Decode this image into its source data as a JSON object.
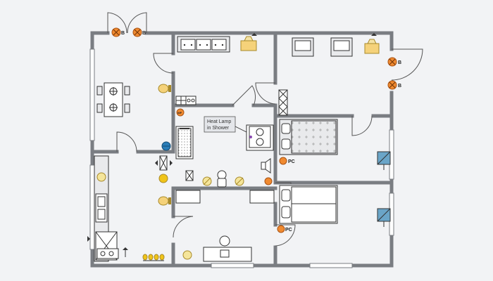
{
  "annotations": {
    "heat_lamp_line1": "Heat Lamp",
    "heat_lamp_line2": "in Shower"
  },
  "fixture_tags": {
    "bulb_tag": "B",
    "photocell_tag": "PC",
    "fan_tag": "WF"
  },
  "colors": {
    "light_fixture": "#f0c419",
    "outdoor_fixture": "#f08a30",
    "wall_gray": "#7a7d82",
    "window_blue": "#6aa5c8",
    "sensor_blue": "#2a7db8"
  }
}
